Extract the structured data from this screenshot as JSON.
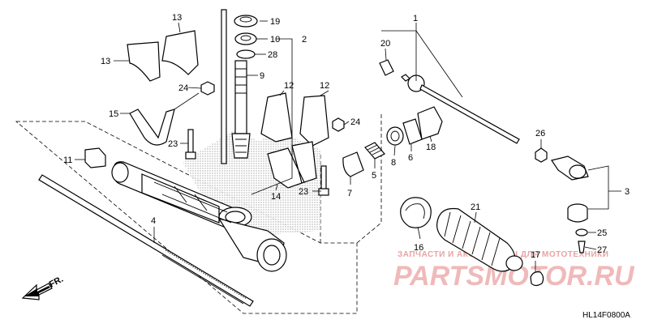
{
  "diagram": {
    "code": "HL14F0800A",
    "direction": "FR.",
    "watermark": {
      "line1": "ЗАПЧАСТИ И АКСЕССУАРЫ ДЛЯ МОТОТЕХНИКИ",
      "line2": "PARTSMOTOR.RU"
    },
    "labels": {
      "p1": "1",
      "p2": "2",
      "p3": "3",
      "p4": "4",
      "p5": "5",
      "p6": "6",
      "p7": "7",
      "p8": "8",
      "p9": "9",
      "p10": "10",
      "p11": "11",
      "p12a": "12",
      "p12b": "12",
      "p13a": "13",
      "p13b": "13",
      "p14": "14",
      "p15": "15",
      "p16": "16",
      "p17": "17",
      "p18": "18",
      "p19": "19",
      "p20": "20",
      "p21": "21",
      "p23a": "23",
      "p23b": "23",
      "p24a": "24",
      "p24b": "24",
      "p25": "25",
      "p26": "26",
      "p27": "27",
      "p28": "28"
    }
  }
}
